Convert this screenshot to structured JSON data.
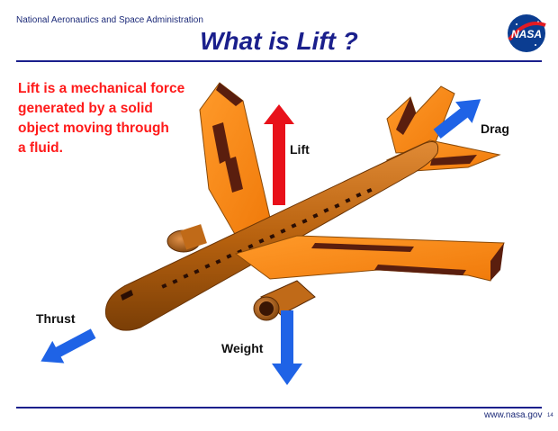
{
  "header": {
    "agency": "National Aeronautics and Space Administration",
    "title": "What  is  Lift ?",
    "logo_text": "NASA"
  },
  "definition": {
    "lines": [
      "Lift  is a mechanical force",
      "generated  by a solid",
      "object  moving through",
      "a  fluid."
    ]
  },
  "forces": {
    "lift": "Lift",
    "drag": "Drag",
    "thrust": "Thrust",
    "weight": "Weight"
  },
  "footer": {
    "url": "www.nasa.gov",
    "page": "14"
  },
  "colors": {
    "title": "#1a1f8c",
    "definition": "#ff1a1a",
    "lift_arrow": "#e8111a",
    "other_arrows": "#1f63e6",
    "airplane_body": "#c96a12",
    "airplane_wing": "#ff8c1a",
    "logo_blue": "#0b3d91"
  },
  "icons": {
    "logo": "nasa-meatball-logo",
    "airplane": "airplane-illustration"
  }
}
